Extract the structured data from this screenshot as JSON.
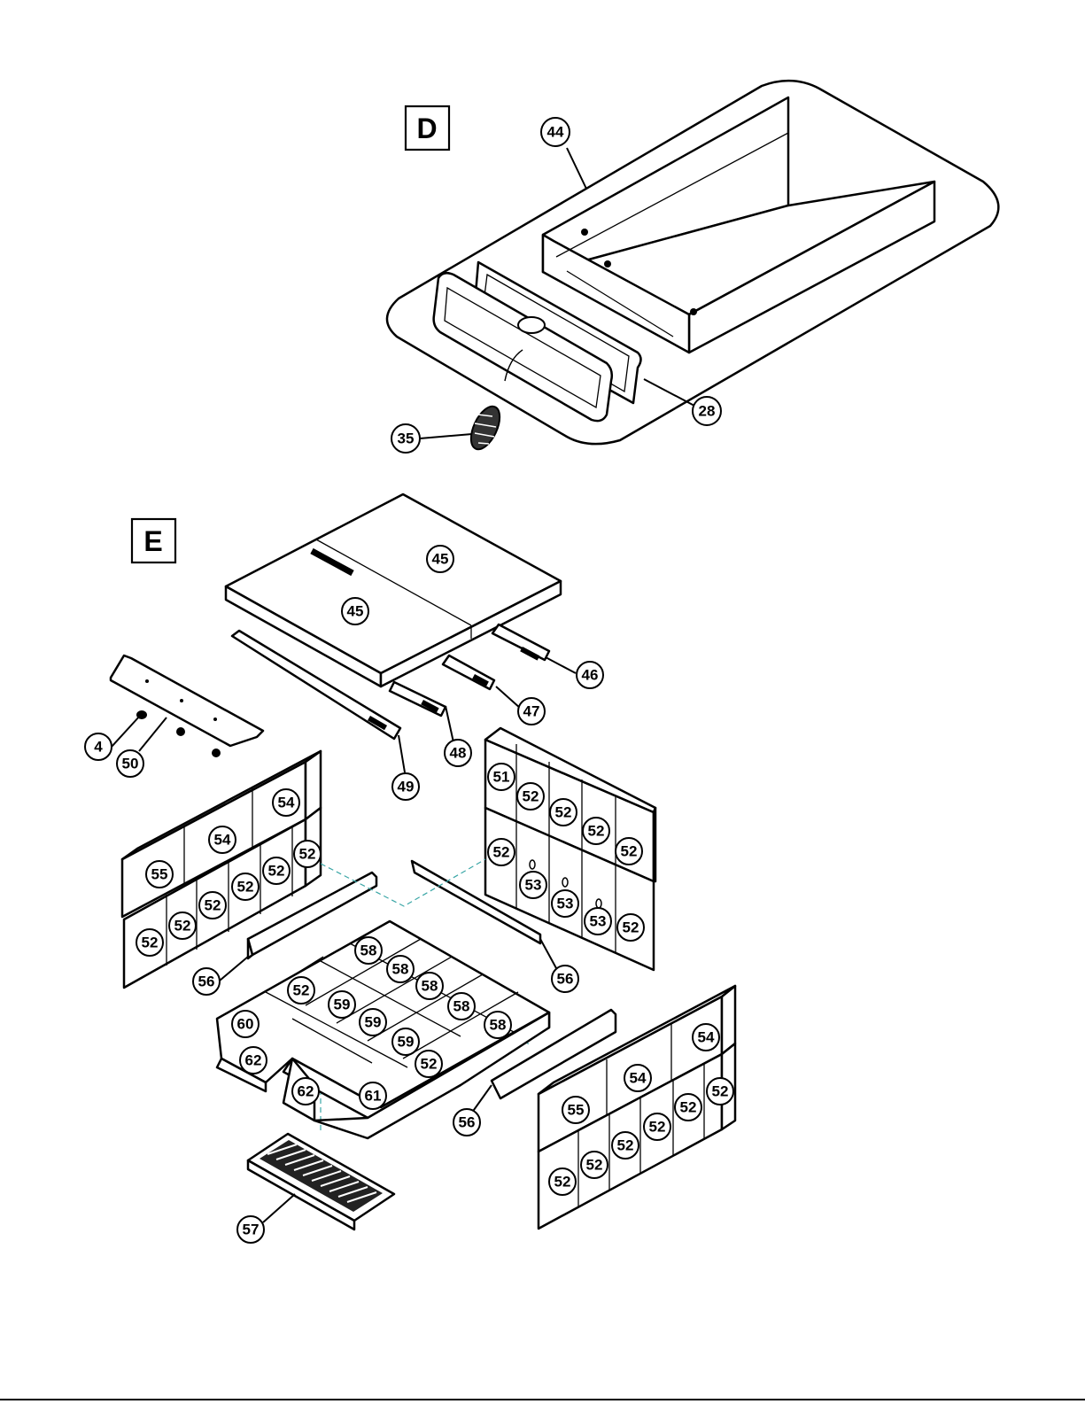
{
  "sections": {
    "d": {
      "label": "D"
    },
    "e": {
      "label": "E"
    }
  },
  "section_d_callouts": [
    "44",
    "28",
    "35"
  ],
  "section_e_callouts": {
    "baffle": [
      "45",
      "45"
    ],
    "tubes": [
      "46",
      "47",
      "48",
      "49"
    ],
    "bracket": [
      "4",
      "50"
    ],
    "left_wall": [
      "54",
      "54",
      "55",
      "52",
      "52",
      "52",
      "52",
      "52",
      "52"
    ],
    "right_wall": [
      "51",
      "52",
      "52",
      "52",
      "52",
      "52",
      "53",
      "53",
      "53",
      "52"
    ],
    "retainers": [
      "56",
      "56",
      "56"
    ],
    "floor": [
      "58",
      "58",
      "58",
      "58",
      "58",
      "59",
      "59",
      "59",
      "52",
      "52",
      "60",
      "62",
      "62",
      "61"
    ],
    "front_wall": [
      "54",
      "54",
      "55",
      "52",
      "52",
      "52",
      "52",
      "52",
      "52"
    ],
    "grate": [
      "57"
    ]
  }
}
